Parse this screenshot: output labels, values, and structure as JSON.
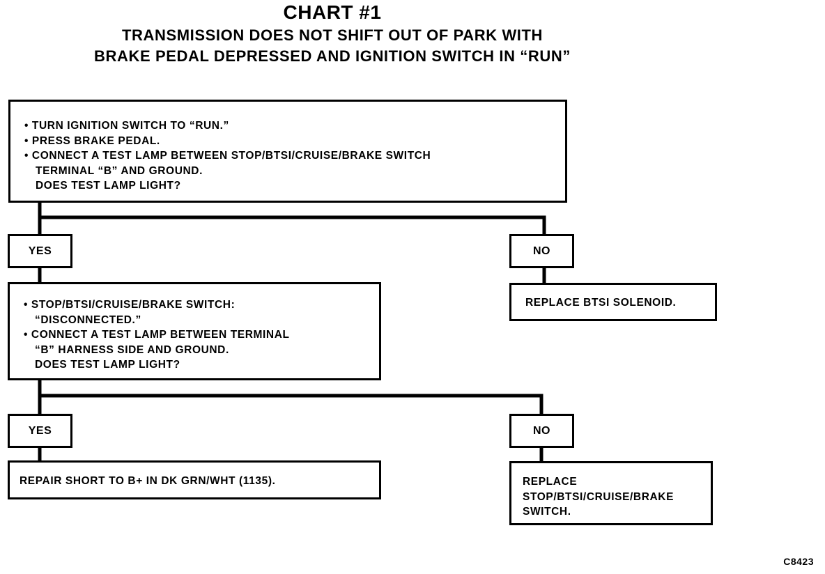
{
  "title": "CHART #1",
  "subtitle_line1": "TRANSMISSION DOES NOT SHIFT OUT OF PARK WITH",
  "subtitle_line2": "BRAKE PEDAL DEPRESSED AND IGNITION SWITCH IN “RUN”",
  "step1": {
    "lines": [
      "• TURN IGNITION SWITCH TO “RUN.”",
      "• PRESS BRAKE PEDAL.",
      "• CONNECT A TEST LAMP BETWEEN STOP/BTSI/CRUISE/BRAKE SWITCH",
      "TERMINAL “B” AND GROUND.",
      "DOES TEST LAMP LIGHT?"
    ]
  },
  "branch1": {
    "yes": "YES",
    "no": "NO"
  },
  "no_result1": "REPLACE BTSI SOLENOID.",
  "step2": {
    "lines": [
      "• STOP/BTSI/CRUISE/BRAKE SWITCH:",
      "“DISCONNECTED.”",
      "• CONNECT A TEST LAMP BETWEEN TERMINAL",
      "“B” HARNESS SIDE AND GROUND.",
      "DOES TEST LAMP LIGHT?"
    ]
  },
  "branch2": {
    "yes": "YES",
    "no": "NO"
  },
  "yes_result2": "REPAIR SHORT TO B+ IN DK GRN/WHT (1135).",
  "no_result2": {
    "lines": [
      "REPLACE",
      "STOP/BTSI/CRUISE/BRAKE",
      "SWITCH."
    ]
  },
  "figure_code": "C8423"
}
